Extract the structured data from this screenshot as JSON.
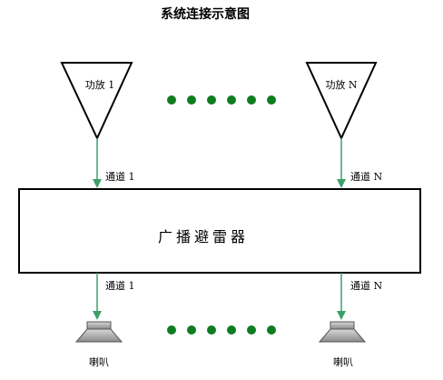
{
  "title": "系统连接示意图",
  "amplifiers": [
    {
      "label": "功放 1"
    },
    {
      "label": "功放 N"
    }
  ],
  "top_channels": [
    {
      "label": "通道 1"
    },
    {
      "label": "通道 N"
    }
  ],
  "protector": {
    "label": "广播避雷器"
  },
  "bottom_channels": [
    {
      "label": "通道 1"
    },
    {
      "label": "通道 N"
    }
  ],
  "speakers": [
    {
      "label": "喇叭"
    },
    {
      "label": "喇叭"
    }
  ],
  "colors": {
    "arrow": "#3f9f6a",
    "dot": "#0e7d1f",
    "stroke": "#000000",
    "speaker_body": "#9a9a9a"
  }
}
